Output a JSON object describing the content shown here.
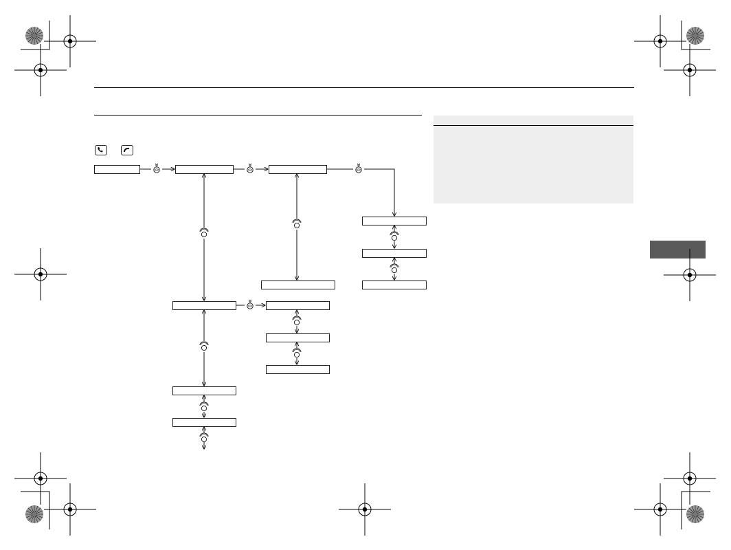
{
  "page": {
    "header_text": "",
    "section_title": "",
    "panel_title": "",
    "side_tab_label": ""
  },
  "keys": {
    "pickup_icon": "phone-pickup-icon",
    "hangup_icon": "phone-hangup-icon"
  },
  "diagram": {
    "boxes": [
      {
        "id": "b1",
        "label": ""
      },
      {
        "id": "b2",
        "label": ""
      },
      {
        "id": "b3",
        "label": ""
      },
      {
        "id": "b4",
        "label": ""
      },
      {
        "id": "b5",
        "label": ""
      },
      {
        "id": "b6",
        "label": ""
      },
      {
        "id": "b7",
        "label": ""
      },
      {
        "id": "b8",
        "label": ""
      },
      {
        "id": "b9",
        "label": ""
      },
      {
        "id": "b10",
        "label": ""
      },
      {
        "id": "b11",
        "label": ""
      },
      {
        "id": "b12",
        "label": ""
      },
      {
        "id": "b13",
        "label": ""
      },
      {
        "id": "b14",
        "label": ""
      }
    ]
  }
}
